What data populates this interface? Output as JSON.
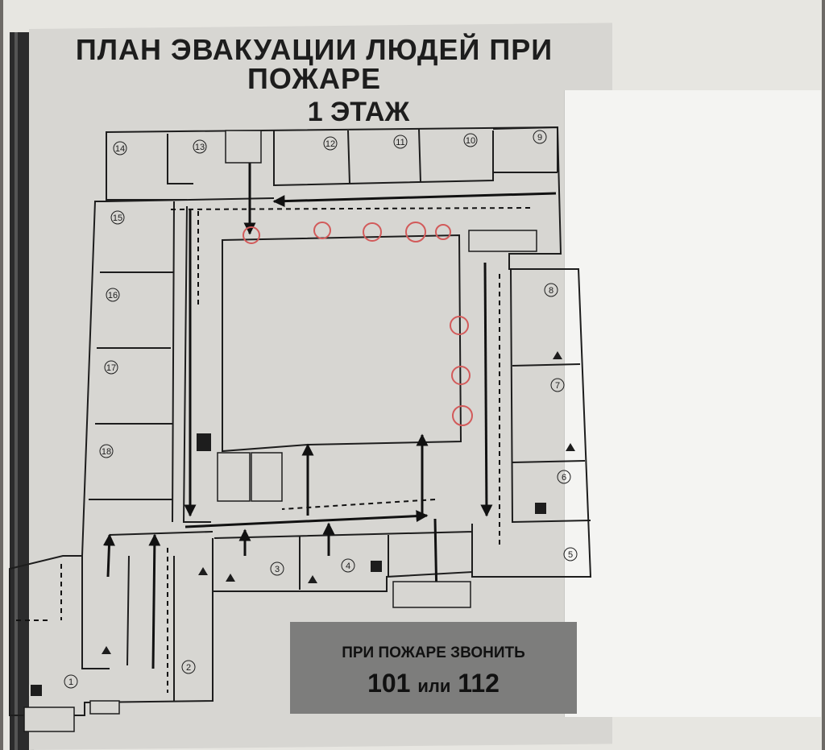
{
  "title": {
    "line1": "ПЛАН ЭВАКУАЦИИ ЛЮДЕЙ ПРИ ПОЖАРЕ",
    "line2": "1 ЭТАЖ"
  },
  "emergency": {
    "line1": "ПРИ ПОЖАРЕ ЗВОНИТЬ",
    "num1": "101",
    "or": "или",
    "num2": "112"
  },
  "rooms": {
    "r1": "1",
    "r2": "2",
    "r3": "3",
    "r4": "4",
    "r5": "5",
    "r6": "6",
    "r7": "7",
    "r8": "8",
    "r9": "9",
    "r10": "10",
    "r11": "11",
    "r12": "12",
    "r13": "13",
    "r14": "14",
    "r15": "15",
    "r16": "16",
    "r17": "17",
    "r18": "18"
  },
  "colors": {
    "wall": "#1d1d1d",
    "route": "#111111",
    "mark": "#d25a5a",
    "background": "#d7d6d2"
  }
}
